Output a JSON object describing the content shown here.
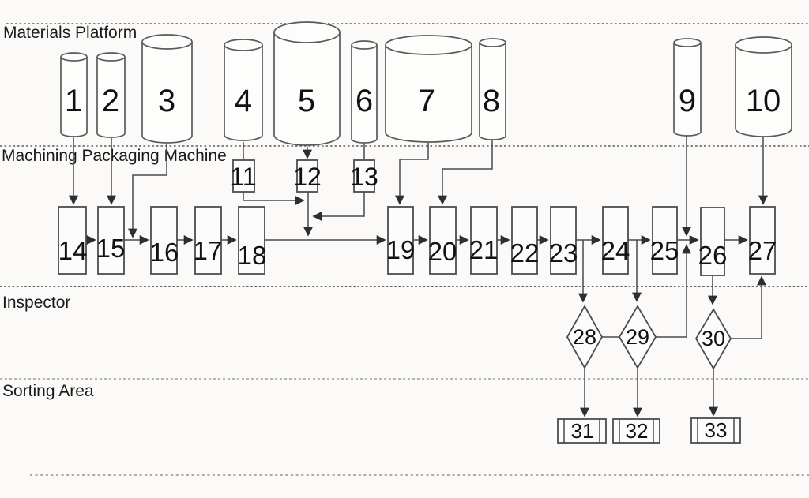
{
  "diagram": {
    "lanes": [
      {
        "id": "materials-platform",
        "label": "Materials Platform"
      },
      {
        "id": "machining-packaging-machine",
        "label": "Machining Packaging Machine"
      },
      {
        "id": "inspector",
        "label": "Inspector"
      },
      {
        "id": "sorting-area",
        "label": "Sorting Area"
      }
    ],
    "materials": [
      "1",
      "2",
      "3",
      "4",
      "5",
      "6",
      "7",
      "8",
      "9",
      "10"
    ],
    "buffers": [
      "11",
      "12",
      "13"
    ],
    "machines": [
      "14",
      "15",
      "16",
      "17",
      "18",
      "19",
      "20",
      "21",
      "22",
      "23",
      "24",
      "25",
      "26",
      "27"
    ],
    "inspections": [
      "28",
      "29",
      "30"
    ],
    "sorters": [
      "31",
      "32",
      "33"
    ],
    "edges": [
      "1→14",
      "2→15",
      "3→line 15-16",
      "4→11",
      "5→12",
      "6→13",
      "7→19",
      "8→20",
      "9→line 25-26",
      "10→27",
      "11→output line of 12",
      "13→output line of 12",
      "12→line 18-19",
      "14→15",
      "15→16",
      "16→17",
      "17→18",
      "18→19",
      "19→20",
      "20→21",
      "21→22",
      "22→23",
      "23→24",
      "24→25",
      "25→26",
      "26→27",
      "line 23-24→28",
      "line 24-25→29",
      "26→30",
      "28→29",
      "29→line 25-26",
      "30→27",
      "28→31",
      "29→32",
      "30→33"
    ]
  },
  "colors": {
    "background": "#fbfaf8",
    "line": "#4a4a4a",
    "shape_fill": "#fcfcfd",
    "text": "#121212"
  }
}
